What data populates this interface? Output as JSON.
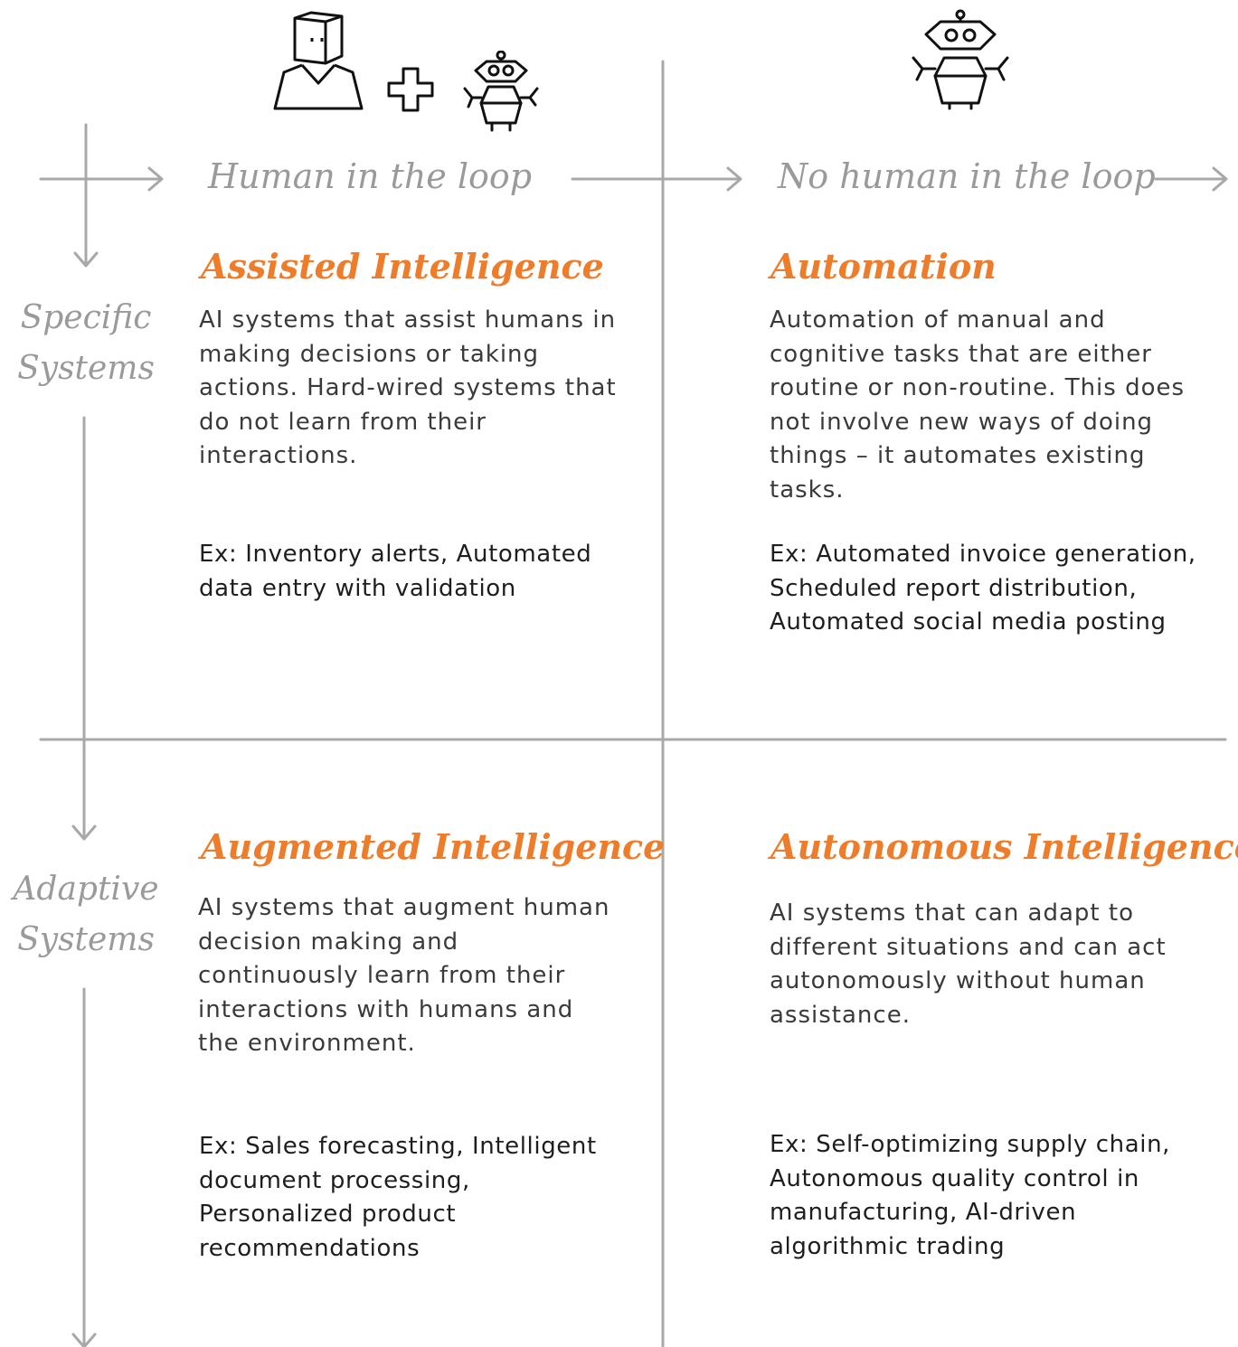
{
  "columns": {
    "human": "Human in the loop",
    "no_human": "No human in the loop"
  },
  "rows": {
    "specific": [
      "Specific",
      "Systems"
    ],
    "adaptive": [
      "Adaptive",
      "Systems"
    ]
  },
  "icons": {
    "human": "human-icon",
    "plus": "plus-icon",
    "robot_small": "robot-icon",
    "robot_large": "robot-icon"
  },
  "colors": {
    "accent": "#ee7d2b",
    "label": "#9a9a9a",
    "line": "#a8a8a8",
    "text": "#3a3a3a"
  },
  "quadrants": {
    "assisted": {
      "title": "Assisted Intelligence",
      "description": "AI systems that assist humans in making decisions or taking actions. Hard-wired systems that do not learn from their interactions.",
      "example": "Ex: Inventory alerts, Automated data entry with validation"
    },
    "automation": {
      "title": "Automation",
      "description": "Automation of manual and cognitive tasks that are either routine or non-routine. This does not involve new ways of doing things – it automates existing tasks.",
      "example": "Ex: Automated invoice generation, Scheduled report distribution, Automated social media posting"
    },
    "augmented": {
      "title": "Augmented Intelligence",
      "description": "AI systems that augment human decision making and continuously learn from their interactions with humans and the environment.",
      "example": "Ex: Sales forecasting, Intelligent document processing, Personalized product recommendations"
    },
    "autonomous": {
      "title": "Autonomous Intelligence",
      "description": "AI systems that can adapt to different situations and can act autonomously without human assistance.",
      "example": "Ex: Self-optimizing supply chain, Autonomous quality control in manufacturing, AI-driven algorithmic trading"
    }
  }
}
